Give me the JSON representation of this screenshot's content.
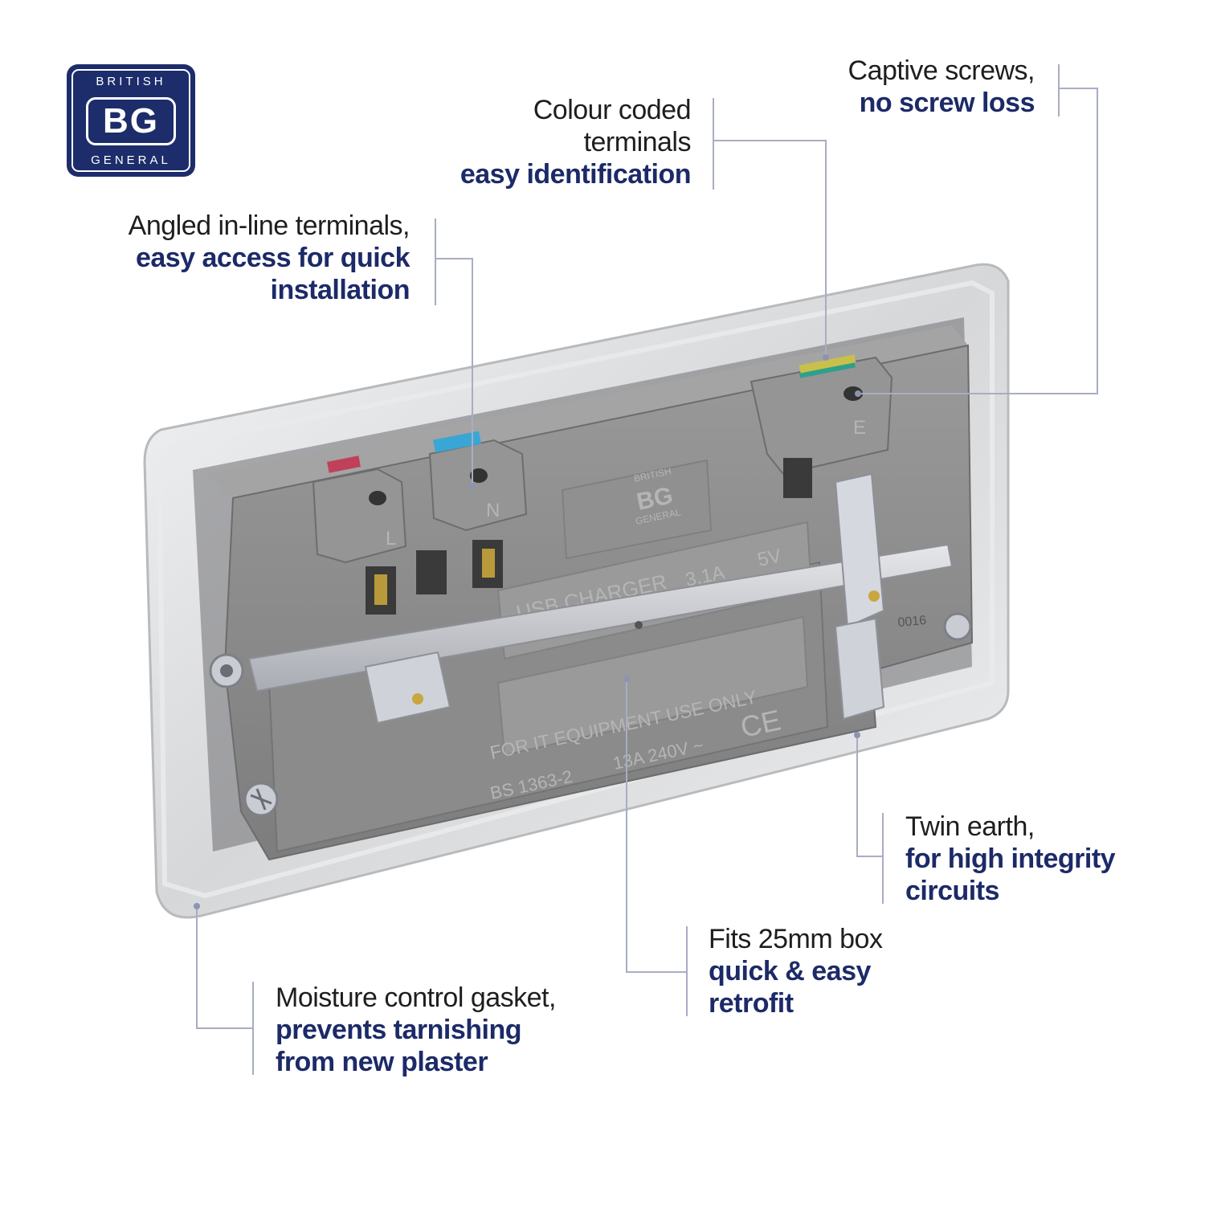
{
  "logo": {
    "top": "BRITISH",
    "mid": "BG",
    "bottom": "GENERAL"
  },
  "callouts": {
    "captive": {
      "line1": "Captive screws,",
      "bold1": "no screw loss"
    },
    "colour": {
      "line1": "Colour coded",
      "line2": "terminals",
      "bold1": "easy identification"
    },
    "angled": {
      "line1": "Angled in-line terminals,",
      "bold1": "easy access for quick",
      "bold2": "installation"
    },
    "twin": {
      "line1": "Twin earth,",
      "bold1": "for high integrity",
      "bold2": "circuits"
    },
    "fits": {
      "line1": "Fits 25mm box",
      "bold1": "quick & easy",
      "bold2": "retrofit"
    },
    "moisture": {
      "line1": "Moisture control gasket,",
      "bold1": "prevents tarnishing",
      "bold2": "from new plaster"
    }
  },
  "product_markings": {
    "logo_top": "BRITISH",
    "logo_mid": "BG",
    "logo_bottom": "GENERAL",
    "usb_text": "USB CHARGER",
    "usb_rating": "3.1A",
    "usb_volt": "5V",
    "it_text": "FOR IT EQUIPMENT USE ONLY",
    "standard": "BS 1363-2",
    "rating": "13A 240V ~",
    "ce": "CE",
    "code": "0016",
    "terminal_l": "L",
    "terminal_n": "N",
    "terminal_e": "E"
  },
  "colors": {
    "brand_navy": "#1c2a68",
    "leader_line": "#a8adc4",
    "body_grey": "#8a8a8a",
    "plate_silver": "#d9dadc",
    "live_terminal": "#c0405a",
    "neutral_terminal": "#3aa6d6",
    "earth_terminal": "#c9c04a"
  }
}
